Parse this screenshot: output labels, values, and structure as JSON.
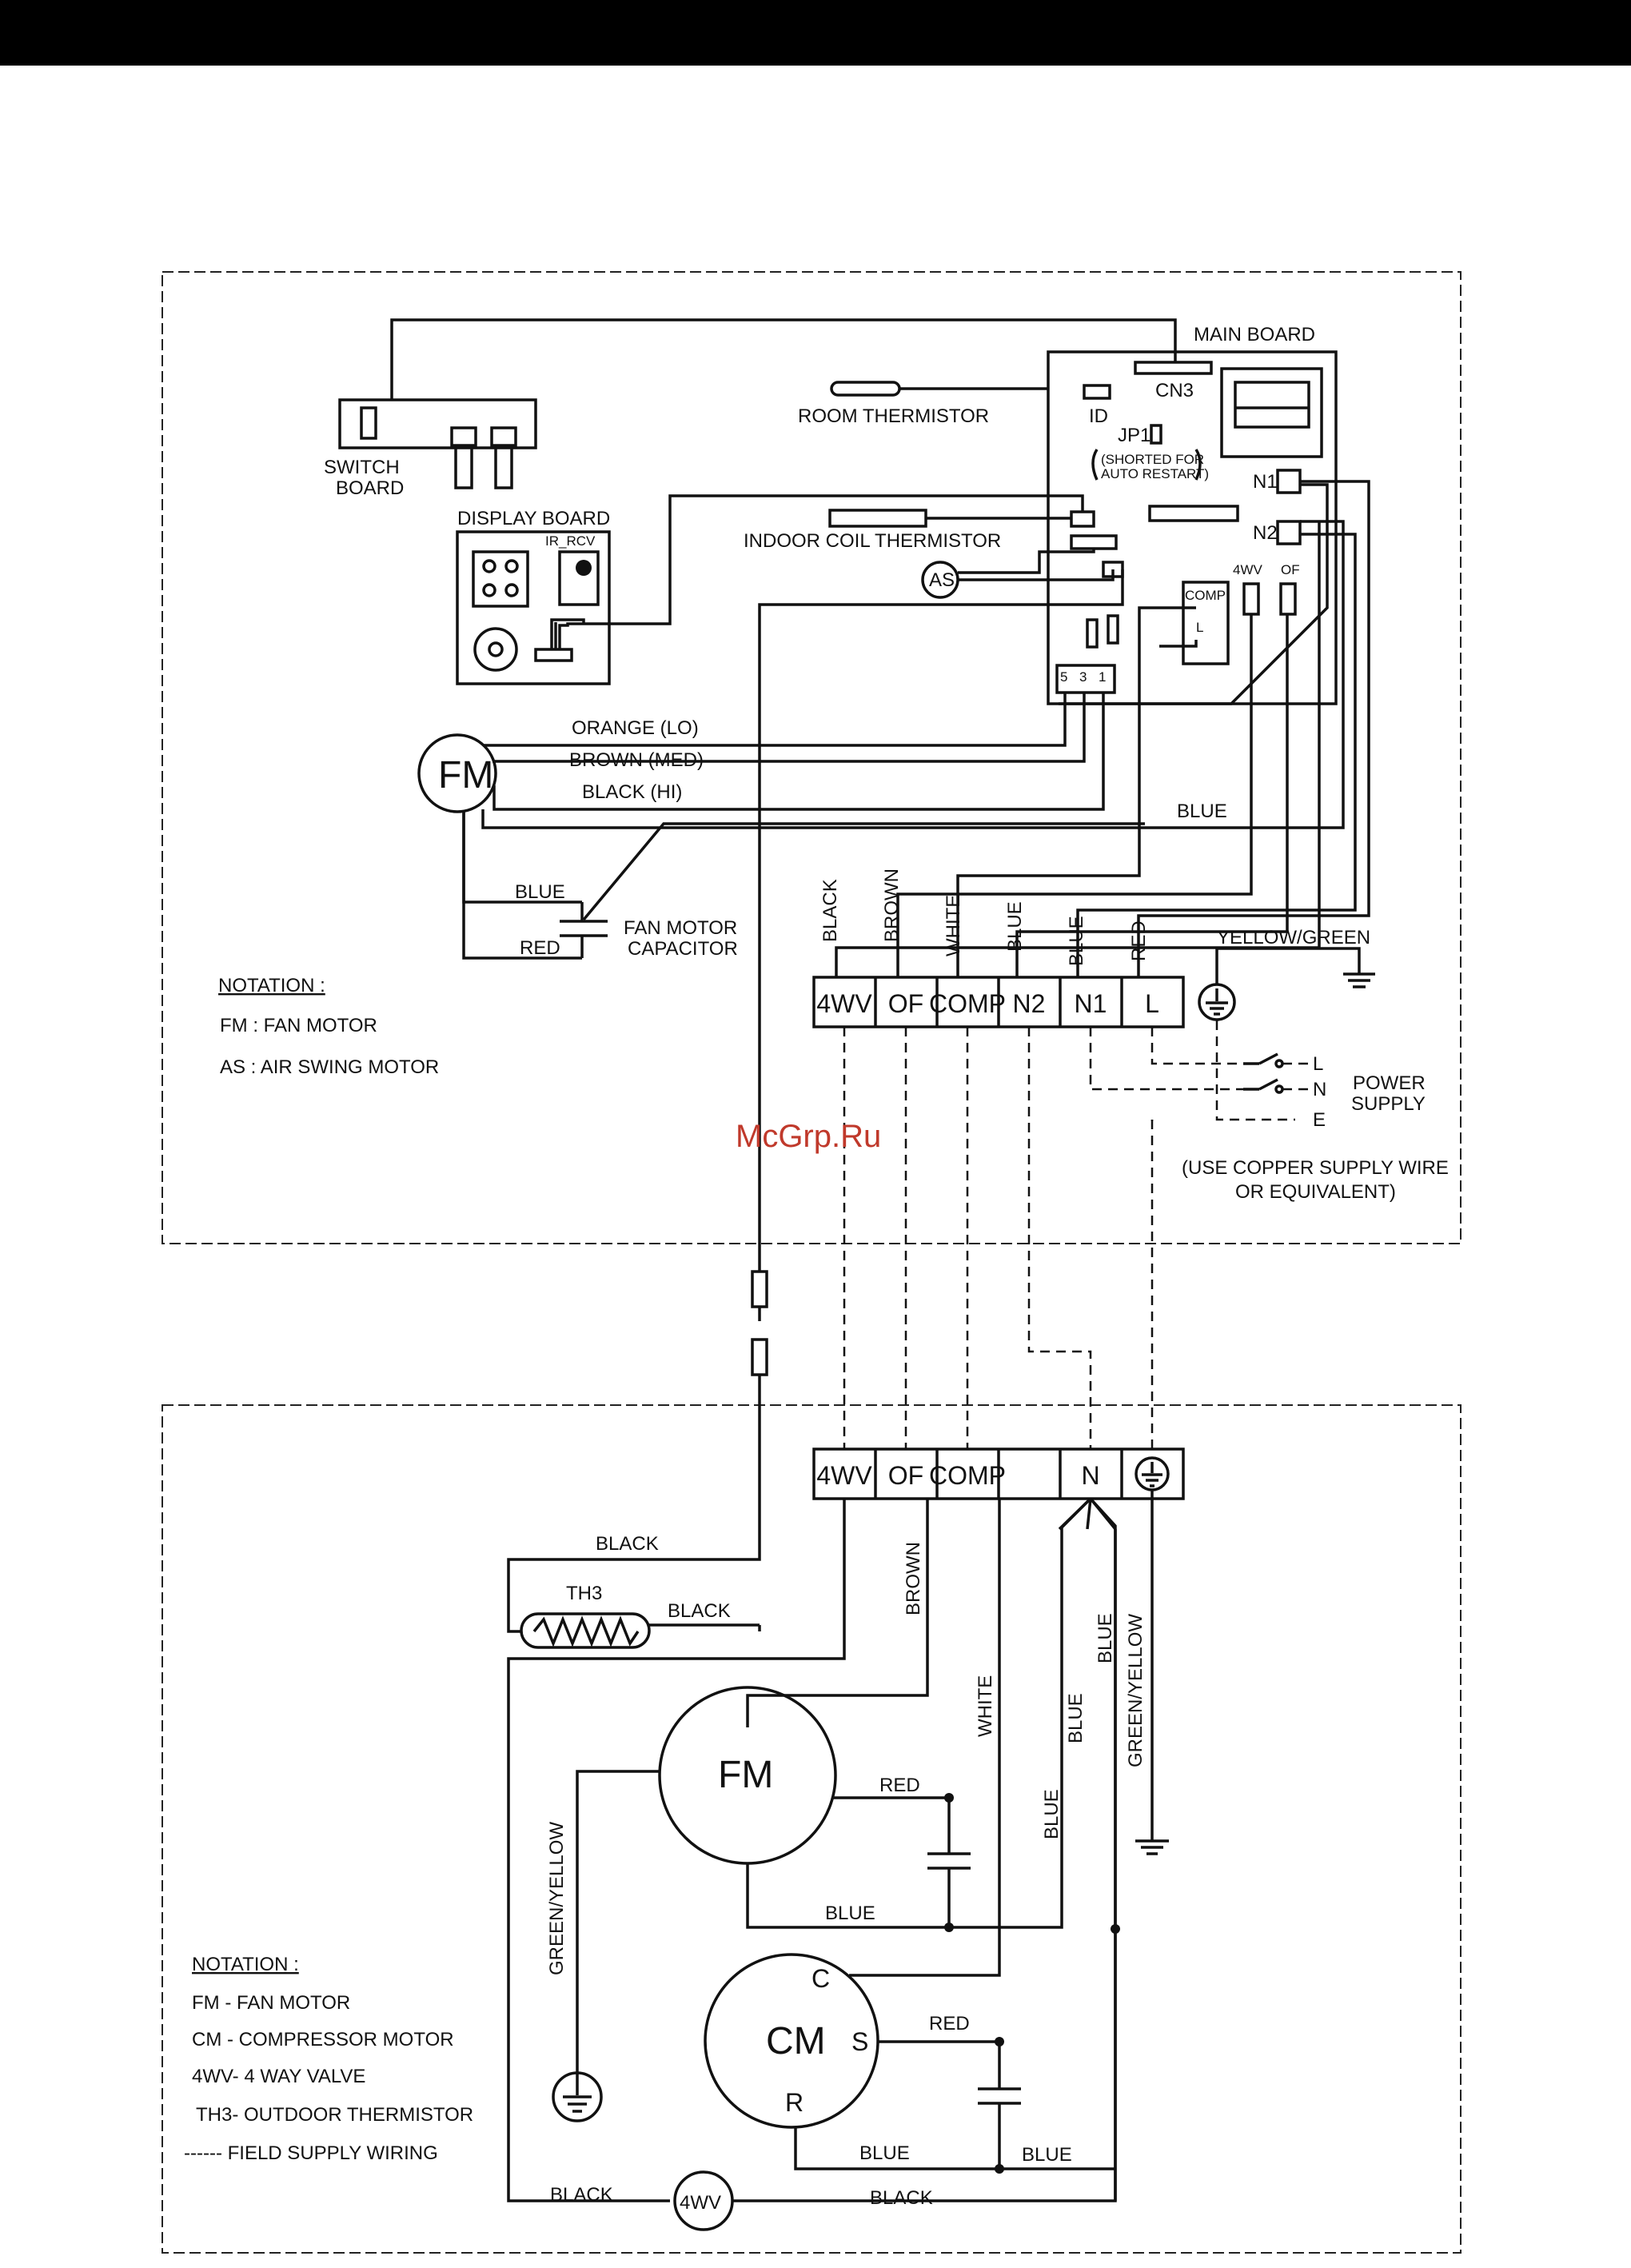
{
  "watermark": "McGrp.Ru",
  "indoor": {
    "board_labels": {
      "main_board": "MAIN BOARD",
      "cn3": "CN3",
      "id": "ID",
      "jp1": "JP1",
      "jp1_note_1": "(SHORTED FOR",
      "jp1_note_2": "AUTO RESTART)",
      "n1": "N1",
      "n2": "N2",
      "relay_4wv": "4WV",
      "relay_of": "OF",
      "comp": "COMP",
      "comp_l": "L",
      "conn_5": "5",
      "conn_3": "3",
      "conn_1": "1"
    },
    "switch_board_1": "SWITCH",
    "switch_board_2": "BOARD",
    "display_board": "DISPLAY BOARD",
    "ir_rcv": "IR_RCV",
    "room_thermistor": "ROOM THERMISTOR",
    "indoor_coil_thermistor": "INDOOR COIL THERMISTOR",
    "as": "AS",
    "fm": "FM",
    "wire_orange": "ORANGE (LO)",
    "wire_brown": "BROWN (MED)",
    "wire_black": "BLACK (HI)",
    "wire_blue_top": "BLUE",
    "cap_blue": "BLUE",
    "cap_red": "RED",
    "cap_label_1": "FAN MOTOR",
    "cap_label_2": "CAPACITOR",
    "vert_labels": [
      "BLACK",
      "BROWN",
      "WHITE",
      "BLUE",
      "BLUE",
      "RED"
    ],
    "yellow_green": "YELLOW/GREEN",
    "terminals": [
      "4WV",
      "OF",
      "COMP",
      "N2",
      "N1",
      "L"
    ],
    "supply_l": "L",
    "supply_n": "N",
    "supply_e": "E",
    "power_supply_1": "POWER",
    "power_supply_2": "SUPPLY",
    "copper_note_1": "(USE COPPER SUPPLY WIRE",
    "copper_note_2": "OR EQUIVALENT)",
    "notation_title": "NOTATION :",
    "notation": [
      "FM  :  FAN MOTOR",
      "AS  :  AIR SWING MOTOR"
    ]
  },
  "outdoor": {
    "terminals": [
      "4WV",
      "OF",
      "COMP",
      "",
      "N"
    ],
    "black_top": "BLACK",
    "th3": "TH3",
    "black_th3": "BLACK",
    "brown": "BROWN",
    "white": "WHITE",
    "blue_a": "BLUE",
    "blue_b": "BLUE",
    "blue_c": "BLUE",
    "green_yellow_right": "GREEN/YELLOW",
    "green_yellow_left": "GREEN/YELLOW",
    "fm": "FM",
    "fm_red": "RED",
    "fm_blue": "BLUE",
    "cm": "CM",
    "cm_c": "C",
    "cm_s": "S",
    "cm_r": "R",
    "cm_red": "RED",
    "cm_blue_left": "BLUE",
    "cm_blue_right": "BLUE",
    "black_bottom_left": "BLACK",
    "black_bottom_right": "BLACK",
    "fourwv": "4WV",
    "notation_title": "NOTATION :",
    "notation": [
      "FM  -  FAN MOTOR",
      "CM  -  COMPRESSOR MOTOR",
      "4WV-  4 WAY VALVE",
      "TH3-  OUTDOOR THERMISTOR",
      "------  FIELD SUPPLY WIRING"
    ]
  }
}
